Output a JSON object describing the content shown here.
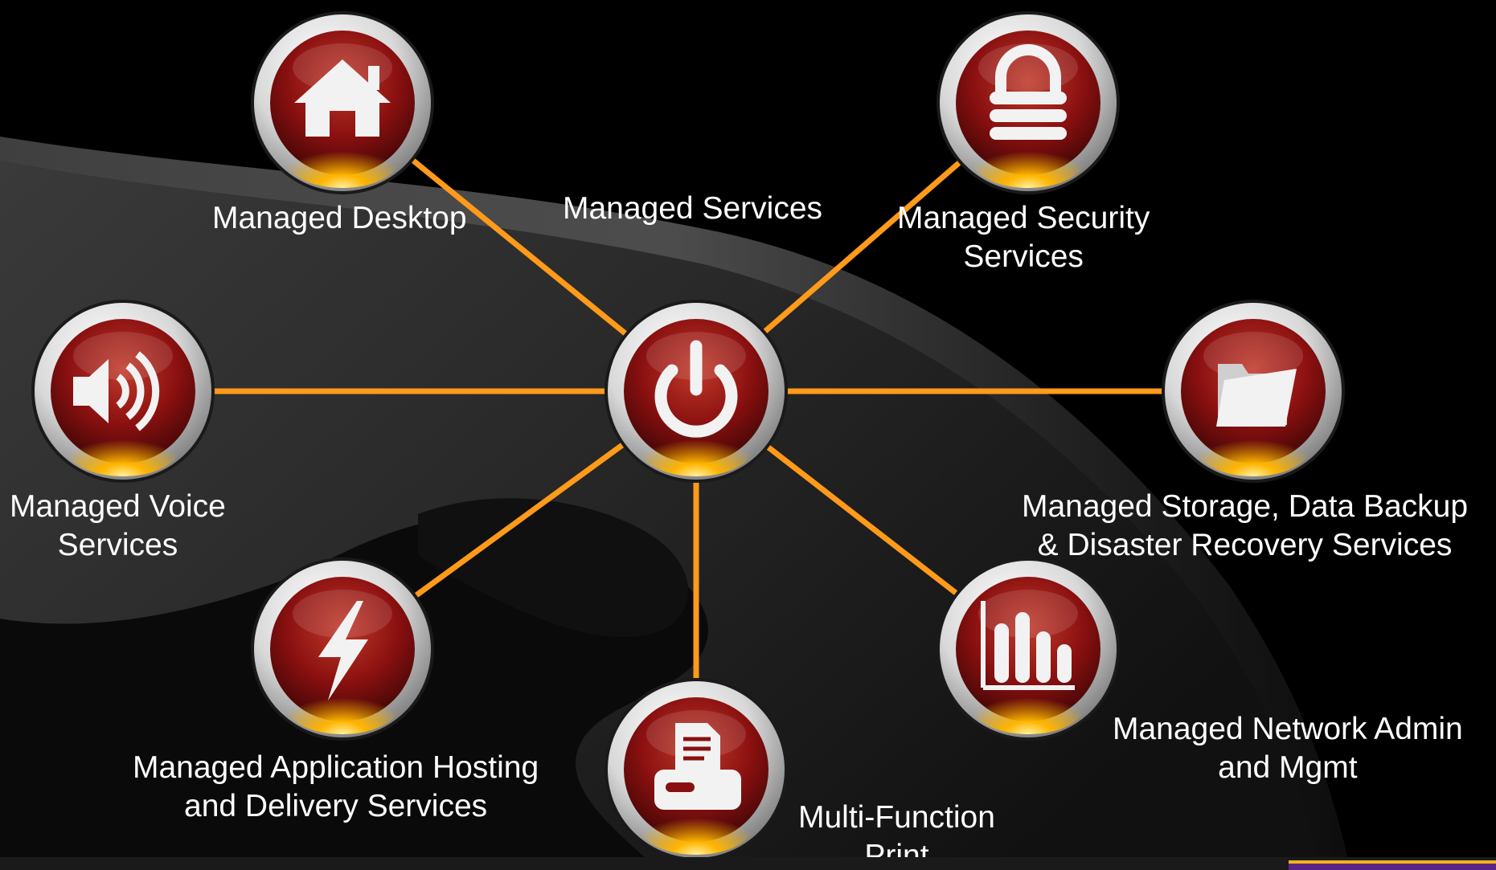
{
  "diagram": {
    "center": {
      "icon": "power-icon"
    },
    "center_label": "Managed Services",
    "nodes": [
      {
        "id": "desktop",
        "icon": "home-icon",
        "label_lines": [
          "Managed Desktop"
        ]
      },
      {
        "id": "security",
        "icon": "lock-icon",
        "label_lines": [
          "Managed Security",
          "Services"
        ]
      },
      {
        "id": "voice",
        "icon": "speaker-icon",
        "label_lines": [
          "Managed Voice",
          "Services"
        ]
      },
      {
        "id": "storage",
        "icon": "folder-icon",
        "label_lines": [
          "Managed Storage, Data Backup",
          "& Disaster Recovery Services"
        ]
      },
      {
        "id": "apphosting",
        "icon": "lightning-icon",
        "label_lines": [
          "Managed Application Hosting",
          "and Delivery Services"
        ]
      },
      {
        "id": "print",
        "icon": "printer-icon",
        "label_lines": [
          "Multi-Function",
          "Print"
        ]
      },
      {
        "id": "network",
        "icon": "bar-chart-icon",
        "label_lines": [
          "Managed Network Admin",
          "and Mgmt"
        ]
      }
    ]
  },
  "colors": {
    "connector": "#ff9a1a",
    "background": "#000000",
    "label_text": "#ffffff",
    "icon_face": "#8a1010",
    "icon_glow": "#ffb400",
    "icon_ring": "#d8d8d8"
  }
}
